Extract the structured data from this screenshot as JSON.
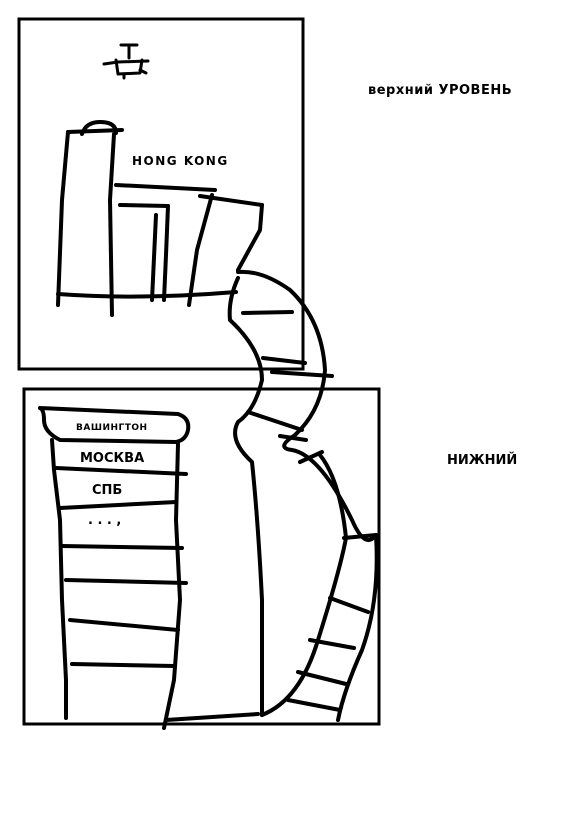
{
  "levels": {
    "upper": {
      "label": "верхний УРОВЕНЬ"
    },
    "lower": {
      "label": "НИЖНИЙ"
    }
  },
  "upper_floor": {
    "city": "HONG KONG"
  },
  "lower_floor": {
    "cities": [
      "ВАШИНГТОН",
      "МОСКВА",
      "СПБ",
      ". . . ,"
    ]
  },
  "colors": {
    "ink": "#000000",
    "paper": "#ffffff"
  },
  "icons": [
    "faucet-icon"
  ]
}
